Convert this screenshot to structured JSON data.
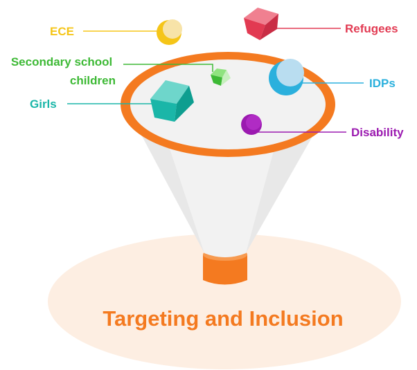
{
  "title": "Targeting and Inclusion",
  "groups": [
    {
      "id": "ece",
      "label": "ECE",
      "color": "#F5C518"
    },
    {
      "id": "refugees",
      "label": "Refugees",
      "color": "#E23A52"
    },
    {
      "id": "secondary",
      "label_lines": [
        "Secondary school",
        "children"
      ],
      "color": "#3DB935"
    },
    {
      "id": "idps",
      "label": "IDPs",
      "color": "#2BB0DD"
    },
    {
      "id": "girls",
      "label": "Girls",
      "color": "#1AB6A8"
    },
    {
      "id": "disability",
      "label": "Disability",
      "color": "#9B1AB0"
    }
  ],
  "colors": {
    "funnel_rim": "#F47A20",
    "funnel_body": "#EEEEEE",
    "spout": "#F47A20",
    "base_ellipse": "#FDEEE2",
    "title": "#F47A20"
  }
}
